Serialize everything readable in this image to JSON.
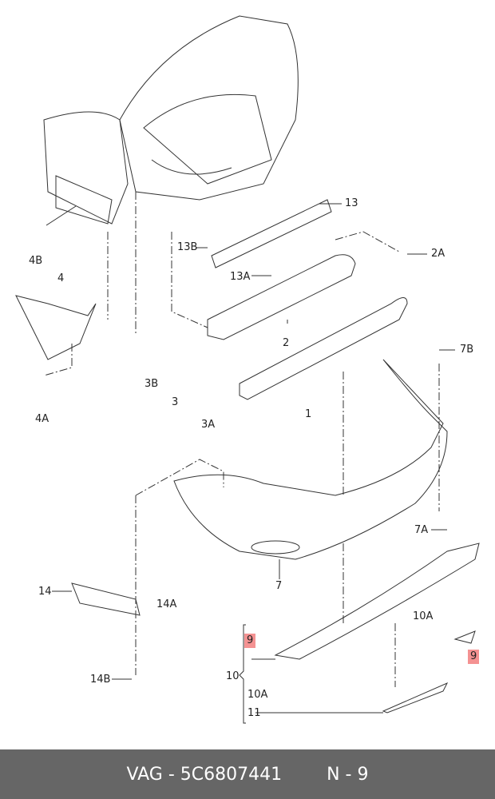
{
  "labels": {
    "p13": "13",
    "p13b": "13B",
    "p13a": "13A",
    "p2a": "2A",
    "p4b": "4B",
    "p4": "4",
    "p4a": "4A",
    "p2": "2",
    "p3b": "3B",
    "p3": "3",
    "p3a": "3A",
    "p1": "1",
    "p7b": "7B",
    "p7a": "7A",
    "p7": "7",
    "p14": "14",
    "p14a": "14A",
    "p14b": "14B",
    "p9_left": "9",
    "p10": "10",
    "p10a_left": "10A",
    "p11": "11",
    "p10a_right": "10A",
    "p9_right": "9"
  },
  "highlight_color": "#f06e6e",
  "footer": {
    "part_number": "VAG - 5C6807441",
    "position": "N - 9"
  }
}
